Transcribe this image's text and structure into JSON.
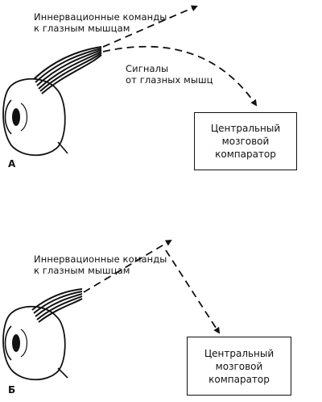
{
  "panel_a": {
    "letter": "А",
    "commands_label_line1": "Иннервационные команды",
    "commands_label_line2": "к глазным мышцам",
    "signals_label_line1": "Сигналы",
    "signals_label_line2": "от глазных мышц",
    "comparator_line1": "Центральный",
    "comparator_line2": "мозговой",
    "comparator_line3": "компаратор"
  },
  "panel_b": {
    "letter": "Б",
    "commands_label_line1": "Иннервационные команды",
    "commands_label_line2": "к глазным мышцам",
    "comparator_line1": "Центральный",
    "comparator_line2": "мозговой",
    "comparator_line3": "компаратор"
  }
}
